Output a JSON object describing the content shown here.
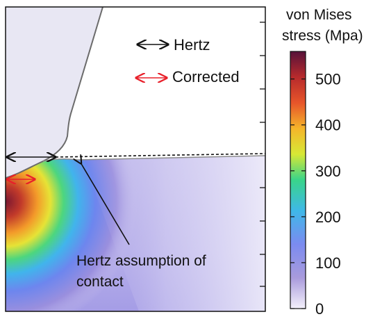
{
  "legend": {
    "hertz_label": "Hertz",
    "corrected_label": "Corrected",
    "hertz_arrow_color": "#111111",
    "corrected_arrow_color": "#e8202a"
  },
  "annotation": {
    "line1": "Hertz assumption of",
    "line2": "contact"
  },
  "colorbar": {
    "title_line1": "von Mises",
    "title_line2": "stress (Mpa)",
    "ticks": [
      "500",
      "400",
      "300",
      "200",
      "100",
      "0"
    ],
    "tick_values": [
      500,
      400,
      300,
      200,
      100,
      0
    ],
    "range": [
      0,
      560
    ],
    "colormap": [
      "#f4f1fb",
      "#a99bdc",
      "#7b8bf0",
      "#3fb8e8",
      "#39d48a",
      "#d7e835",
      "#f5b52a",
      "#e7552a",
      "#b72a2c",
      "#57123a"
    ]
  }
}
